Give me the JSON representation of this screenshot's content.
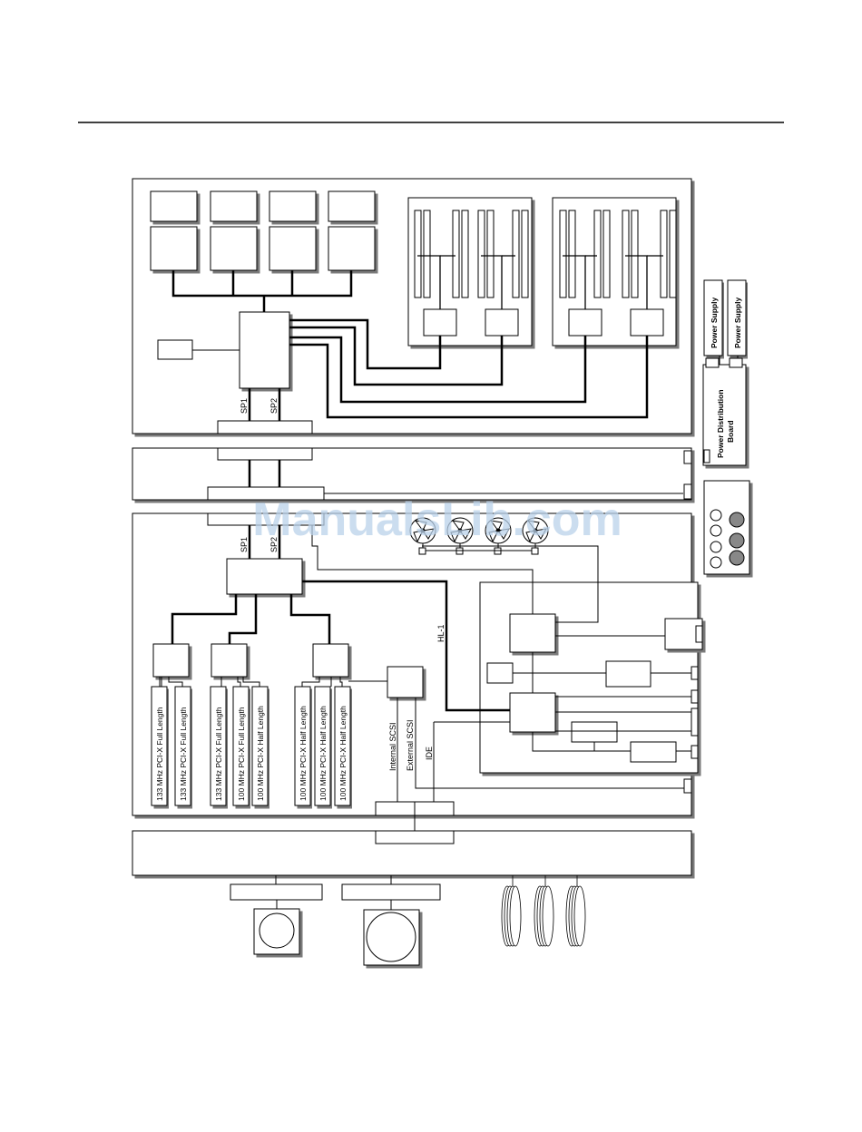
{
  "labels": {
    "sp1_top": "SP1",
    "sp2_top": "SP2",
    "sp1_bottom": "SP1",
    "sp2_bottom": "SP2",
    "hl1": "HL-1",
    "internal_scsi": "Internal SCSI",
    "external_scsi": "External SCSI",
    "ide": "IDE",
    "power_supply_1": "Power Supply",
    "power_supply_2": "Power Supply",
    "power_distribution_line1": "Power Distribution",
    "power_distribution_line2": "Board"
  },
  "pci_slots": [
    "133 MHz PCI-X Full Length",
    "133 MHz PCI-X Full Length",
    "133 MHz PCI-X Full Length",
    "100 MHz PCI-X Full Length",
    "100 MHz PCI-X Half Length",
    "100 MHz PCI-X Half Length",
    "100 MHz PCI-X Half Length",
    "100 MHz PCI-X Half Length"
  ],
  "watermark": "ManualsLib.com",
  "colors": {
    "line": "#000000",
    "shadow": "#7a7a7a",
    "watermark": "#b9d1ea"
  }
}
